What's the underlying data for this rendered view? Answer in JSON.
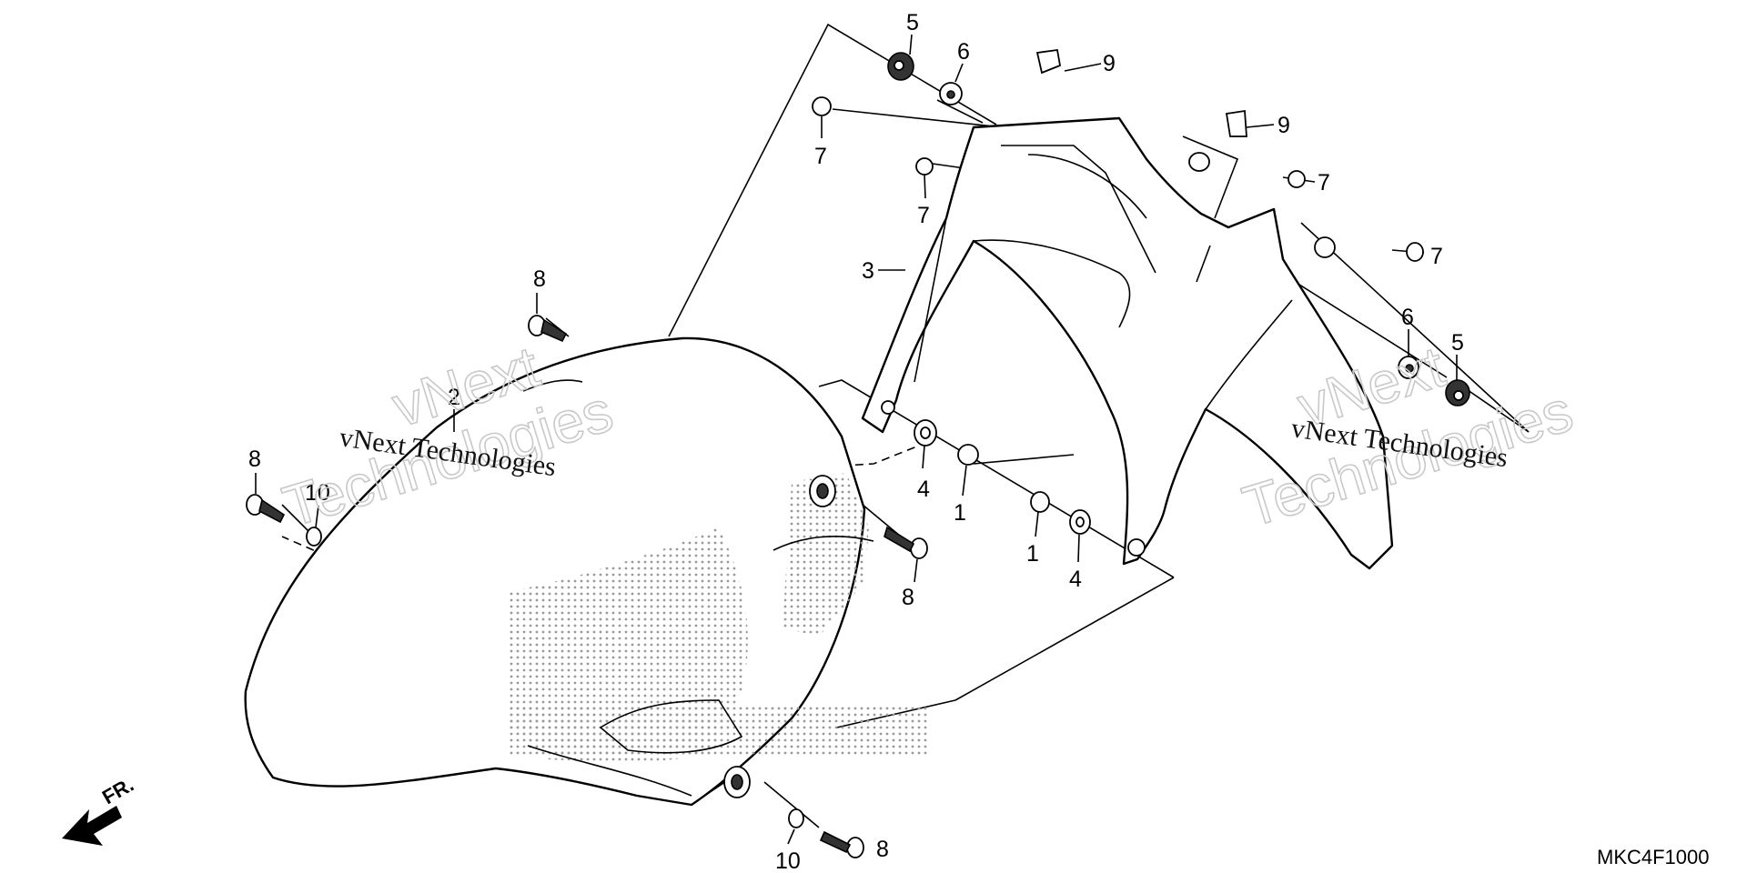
{
  "diagram": {
    "callouts": {
      "c5a": "5",
      "c6a": "6",
      "c9a": "9",
      "c9b": "9",
      "c7a": "7",
      "c7b": "7",
      "c7c": "7",
      "c7d": "7",
      "c8a": "8",
      "c8b": "8",
      "c8c": "8",
      "c8d": "8",
      "c2": "2",
      "c3": "3",
      "c10a": "10",
      "c10b": "10",
      "c4a": "4",
      "c4b": "4",
      "c1a": "1",
      "c1b": "1",
      "c6b": "6",
      "c5b": "5"
    },
    "watermark": {
      "small_text": "vNext Technologies",
      "big_line1": "vNext",
      "big_line2": "Technologies"
    },
    "front_label": "FR.",
    "diagram_code": "MKC4F1000"
  }
}
